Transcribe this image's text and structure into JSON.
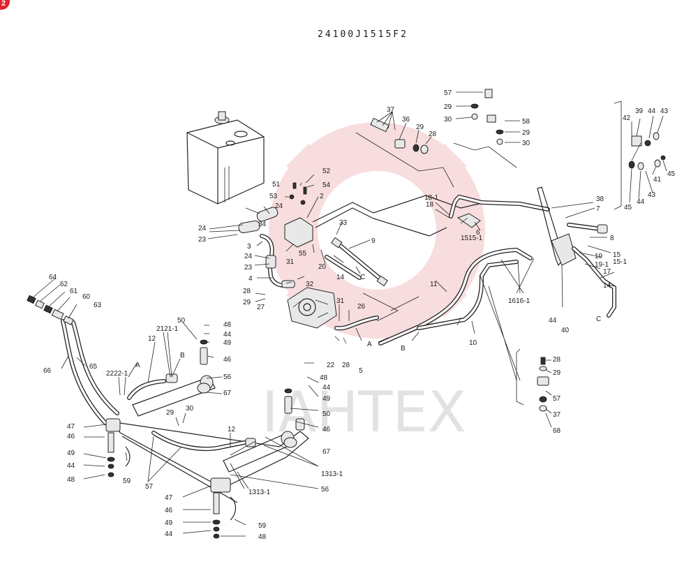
{
  "diagram_code": "24100J1515F2",
  "watermark_text": "IAHTEX",
  "corner_badge": "2",
  "colors": {
    "ink": "#222222",
    "watermark_red": "#f3c2c4",
    "badge": "#e0242b"
  },
  "labels": [
    {
      "id": "l-57a",
      "text": "57"
    },
    {
      "id": "l-29a",
      "text": "29"
    },
    {
      "id": "l-30a",
      "text": "30"
    },
    {
      "id": "l-58",
      "text": "58"
    },
    {
      "id": "l-29b",
      "text": "29"
    },
    {
      "id": "l-30b",
      "text": "30"
    },
    {
      "id": "l-37a",
      "text": "37"
    },
    {
      "id": "l-36",
      "text": "36"
    },
    {
      "id": "l-29c",
      "text": "29"
    },
    {
      "id": "l-28a",
      "text": "28"
    },
    {
      "id": "l-42",
      "text": "42"
    },
    {
      "id": "l-39",
      "text": "39"
    },
    {
      "id": "l-44a",
      "text": "44"
    },
    {
      "id": "l-43a",
      "text": "43"
    },
    {
      "id": "l-41",
      "text": "41"
    },
    {
      "id": "l-45a",
      "text": "45"
    },
    {
      "id": "l-45b",
      "text": "45"
    },
    {
      "id": "l-44b",
      "text": "44"
    },
    {
      "id": "l-43b",
      "text": "43"
    },
    {
      "id": "l-38",
      "text": "38"
    },
    {
      "id": "l-7",
      "text": "7"
    },
    {
      "id": "l-8",
      "text": "8"
    },
    {
      "id": "l-15",
      "text": "15"
    },
    {
      "id": "l-15-1",
      "text": "15-1"
    },
    {
      "id": "l-19",
      "text": "19"
    },
    {
      "id": "l-19-1",
      "text": "19-1"
    },
    {
      "id": "l-17",
      "text": "17"
    },
    {
      "id": "l-14a",
      "text": "14"
    },
    {
      "id": "l-c-right",
      "text": "C"
    },
    {
      "id": "l-44c",
      "text": "44"
    },
    {
      "id": "l-40",
      "text": "40"
    },
    {
      "id": "l-52",
      "text": "52"
    },
    {
      "id": "l-51",
      "text": "51"
    },
    {
      "id": "l-54",
      "text": "54"
    },
    {
      "id": "l-53",
      "text": "53"
    },
    {
      "id": "l-2",
      "text": "2"
    },
    {
      "id": "l-24a",
      "text": "24"
    },
    {
      "id": "l-24b",
      "text": "24"
    },
    {
      "id": "l-34",
      "text": "34"
    },
    {
      "id": "l-23a",
      "text": "23"
    },
    {
      "id": "l-3",
      "text": "3"
    },
    {
      "id": "l-24c",
      "text": "24"
    },
    {
      "id": "l-23b",
      "text": "23"
    },
    {
      "id": "l-31a",
      "text": "31"
    },
    {
      "id": "l-55",
      "text": "55"
    },
    {
      "id": "l-20",
      "text": "20"
    },
    {
      "id": "l-4",
      "text": "4"
    },
    {
      "id": "l-28b",
      "text": "28"
    },
    {
      "id": "l-29d",
      "text": "29"
    },
    {
      "id": "l-27",
      "text": "27"
    },
    {
      "id": "l-32",
      "text": "32"
    },
    {
      "id": "l-33",
      "text": "33"
    },
    {
      "id": "l-9",
      "text": "9"
    },
    {
      "id": "l-14b",
      "text": "14"
    },
    {
      "id": "l-c-mid",
      "text": "C"
    },
    {
      "id": "l-18-1",
      "text": "18-1"
    },
    {
      "id": "l-18",
      "text": "18"
    },
    {
      "id": "l-6",
      "text": "6"
    },
    {
      "id": "l-1515-1",
      "text": "1515-1"
    },
    {
      "id": "l-31b",
      "text": "31"
    },
    {
      "id": "l-26",
      "text": "26"
    },
    {
      "id": "l-22a",
      "text": "22"
    },
    {
      "id": "l-28c",
      "text": "28"
    },
    {
      "id": "l-5",
      "text": "5"
    },
    {
      "id": "l-a-mid",
      "text": "A"
    },
    {
      "id": "l-b-mid",
      "text": "B"
    },
    {
      "id": "l-11",
      "text": "11"
    },
    {
      "id": "l-10",
      "text": "10"
    },
    {
      "id": "l-1616-1",
      "text": "1616-1"
    },
    {
      "id": "l-28d",
      "text": "28"
    },
    {
      "id": "l-29e",
      "text": "29"
    },
    {
      "id": "l-57b",
      "text": "57"
    },
    {
      "id": "l-37b",
      "text": "37"
    },
    {
      "id": "l-68",
      "text": "68"
    },
    {
      "id": "l-64",
      "text": "64"
    },
    {
      "id": "l-62",
      "text": "62"
    },
    {
      "id": "l-61",
      "text": "61"
    },
    {
      "id": "l-60",
      "text": "60"
    },
    {
      "id": "l-63",
      "text": "63"
    },
    {
      "id": "l-66",
      "text": "66"
    },
    {
      "id": "l-65",
      "text": "65"
    },
    {
      "id": "l-50a",
      "text": "50"
    },
    {
      "id": "l-2121-1",
      "text": "2121-1"
    },
    {
      "id": "l-48a",
      "text": "48"
    },
    {
      "id": "l-44d",
      "text": "44"
    },
    {
      "id": "l-49a",
      "text": "49"
    },
    {
      "id": "l-46a",
      "text": "46"
    },
    {
      "id": "l-12a",
      "text": "12"
    },
    {
      "id": "l-2222-1",
      "text": "2222-1"
    },
    {
      "id": "l-a-left",
      "text": "A"
    },
    {
      "id": "l-b-left",
      "text": "B"
    },
    {
      "id": "l-56a",
      "text": "56"
    },
    {
      "id": "l-67a",
      "text": "67"
    },
    {
      "id": "l-29f",
      "text": "29"
    },
    {
      "id": "l-30c",
      "text": "30"
    },
    {
      "id": "l-48b",
      "text": "48"
    },
    {
      "id": "l-44e",
      "text": "44"
    },
    {
      "id": "l-49b",
      "text": "49"
    },
    {
      "id": "l-50b",
      "text": "50"
    },
    {
      "id": "l-46b",
      "text": "46"
    },
    {
      "id": "l-47a",
      "text": "47"
    },
    {
      "id": "l-46c",
      "text": "46"
    },
    {
      "id": "l-49c",
      "text": "49"
    },
    {
      "id": "l-44f",
      "text": "44"
    },
    {
      "id": "l-48c",
      "text": "48"
    },
    {
      "id": "l-59a",
      "text": "59"
    },
    {
      "id": "l-57c",
      "text": "57"
    },
    {
      "id": "l-12b",
      "text": "12"
    },
    {
      "id": "l-67b",
      "text": "67"
    },
    {
      "id": "l-1313-1a",
      "text": "1313-1"
    },
    {
      "id": "l-1313-1b",
      "text": "1313-1"
    },
    {
      "id": "l-56b",
      "text": "56"
    },
    {
      "id": "l-47b",
      "text": "47"
    },
    {
      "id": "l-46d",
      "text": "46"
    },
    {
      "id": "l-49d",
      "text": "49"
    },
    {
      "id": "l-44g",
      "text": "44"
    },
    {
      "id": "l-48d",
      "text": "48"
    },
    {
      "id": "l-59b",
      "text": "59"
    }
  ]
}
